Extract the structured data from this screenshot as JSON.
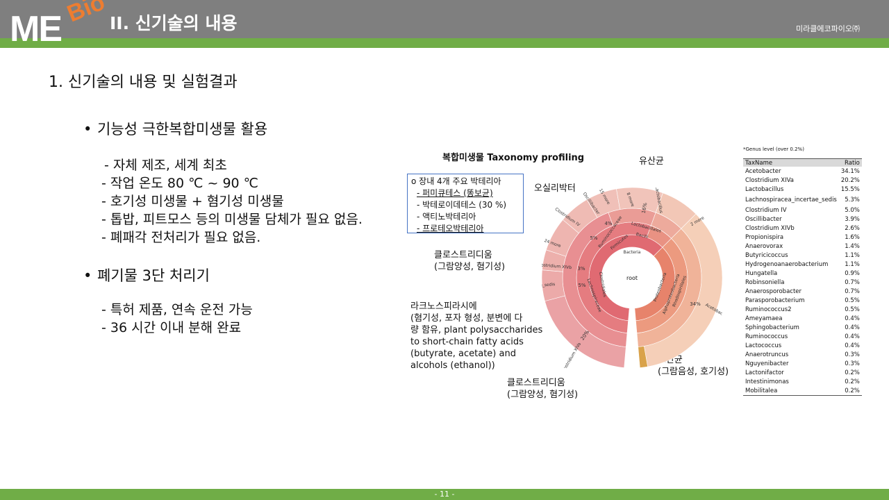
{
  "header": {
    "logo_me": "ME",
    "logo_bio": "Bio",
    "section_title": "II. 신기술의 내용",
    "company": "미라클에코파이오㈜"
  },
  "footer": {
    "page": "- 11 -"
  },
  "content": {
    "heading": "1. 신기술의 내용 및 실험결과",
    "bullet1": {
      "title": "기능성 극한복합미생물 활용",
      "items": [
        "- 자체 제조, 세계 최초",
        "- 작업 온도 80 ℃ ~ 90 ℃",
        "- 호기성 미생물 + 혐기성 미생물",
        "- 톱밥, 피트모스 등의 미생물 담체가 필요 없음.",
        "- 폐패각 전처리가 필요 없음."
      ]
    },
    "bullet2": {
      "title": "폐기물 3단 처리기",
      "items": [
        "- 특허 제품, 연속 운전 가능",
        "- 36 시간 이내 분해 완료"
      ]
    }
  },
  "figure": {
    "title": "복합미생물 Taxonomy profiling",
    "legend": {
      "line0": "o 장내 4개 주요 박테리아",
      "line1": "- 퍼미큐테스 (똥보균)",
      "line2": "- 박테로이데테스 (30 %)",
      "line3": "- 액티노박테리아",
      "line4": "- 프로테오박테리아"
    },
    "labels": {
      "lactic": "유산균",
      "oscill": "오실리박터",
      "clostri1_a": "클로스트리디움",
      "clostri1_b": "(그람양성, 혐기성)",
      "lachno_a": "라크노스피라시에",
      "lachno_b": "(혐기성, 포자 형성, 분변에 다",
      "lachno_c": "량 함유, plant polysaccharides",
      "lachno_d": "to short-chain fatty acids",
      "lachno_e": "(butyrate, acetate) and",
      "lachno_f": "alcohols (ethanol))",
      "clostri2_a": "클로스트리디움",
      "clostri2_b": "(그람양성, 혐기성)",
      "acetic_a": "초산균",
      "acetic_b": "(그람음성, 호기성)"
    },
    "chart_labels": {
      "root": "root",
      "bacteria": "Bacteria",
      "firmicutes": "Firmicutes",
      "clostridiales": "Clostridiales",
      "lachnospiraceae": "Lachnospiraceae",
      "ruminococcaceae": "Ruminococcaceae",
      "lactobacillales": "Lactobacillales",
      "bacilli": "Bacilli",
      "proteobacteria": "Proteobacteria",
      "alphaproteobacteria": "Alphaproteobacteria",
      "rhodospirillales": "Rhodospirillales",
      "lactobacillus": "Lactobacillus",
      "more8": "8 more",
      "more15": "15 more",
      "oscillibacter": "Oscillibacter",
      "clostridium_iv": "Clostridium IV",
      "more24": "24 more",
      "clostridium_xivb": "Clostridium XIVb",
      "lachno_sedis": "Lachnospiracea_incertae_sedis",
      "clostridium_xiva": "Clostridium XIVa",
      "acetobacter": "Acetobacter",
      "more2": "2 more",
      "p16": "16%",
      "p4": "4%",
      "p5a": "5%",
      "p3": "3%",
      "p5b": "5%",
      "p20": "20%",
      "p34": "34%"
    },
    "chart_data": {
      "type": "sunburst",
      "center": "root",
      "outer_ring": [
        {
          "label": "Acetobacter",
          "value": 34
        },
        {
          "label": "Lactobacillus",
          "value": 16
        },
        {
          "label": "8 more",
          "value": 4
        },
        {
          "label": "Oscillibacter",
          "value": 4
        },
        {
          "label": "Clostridium IV",
          "value": 5
        },
        {
          "label": "Clostridium XIVb",
          "value": 3
        },
        {
          "label": "Lachnospiracea_incertae_sedis",
          "value": 5
        },
        {
          "label": "Clostridium XIVa",
          "value": 20
        }
      ]
    },
    "table": {
      "note": "*Genus level (over 0.2%)",
      "headers": [
        "TaxName",
        "Ratio"
      ],
      "rows": [
        [
          "Acetobacter",
          "34.1%"
        ],
        [
          "Clostridium XIVa",
          "20.2%"
        ],
        [
          "Lactobacillus",
          "15.5%"
        ],
        [
          "Lachnospiracea_incertae_sedis",
          "5.3%"
        ],
        [
          "Clostridium IV",
          "5.0%"
        ],
        [
          "Oscillibacter",
          "3.9%"
        ],
        [
          "Clostridium XIVb",
          "2.6%"
        ],
        [
          "Propionispira",
          "1.6%"
        ],
        [
          "Anaerovorax",
          "1.4%"
        ],
        [
          "Butyricicoccus",
          "1.1%"
        ],
        [
          "Hydrogenoanaerobacterium",
          "1.1%"
        ],
        [
          "Hungatella",
          "0.9%"
        ],
        [
          "Robinsoniella",
          "0.7%"
        ],
        [
          "Anaerosporobacter",
          "0.7%"
        ],
        [
          "Parasporobacterium",
          "0.5%"
        ],
        [
          "Ruminococcus2",
          "0.5%"
        ],
        [
          "Ameyamaea",
          "0.4%"
        ],
        [
          "Sphingobacterium",
          "0.4%"
        ],
        [
          "Ruminococcus",
          "0.4%"
        ],
        [
          "Lactococcus",
          "0.4%"
        ],
        [
          "Anaerotruncus",
          "0.3%"
        ],
        [
          "Nguyenibacter",
          "0.3%"
        ],
        [
          "Lactonifactor",
          "0.2%"
        ],
        [
          "Intestinimonas",
          "0.2%"
        ],
        [
          "Mobilitalea",
          "0.2%"
        ]
      ]
    }
  }
}
